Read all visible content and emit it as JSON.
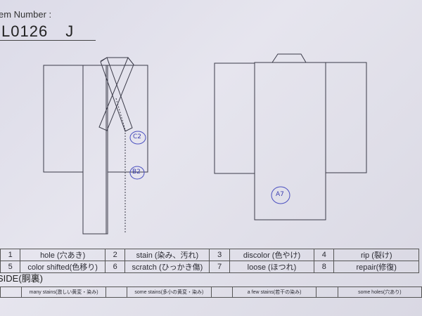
{
  "header": {
    "label": "em Number :",
    "item_number": "L0126 J"
  },
  "diagrams": {
    "front": {
      "marks": [
        {
          "text": "C2"
        },
        {
          "text": "B2"
        }
      ]
    },
    "back": {
      "marks": [
        {
          "text": "A7"
        }
      ]
    }
  },
  "legend": {
    "rows": [
      [
        {
          "num": "1",
          "label": "hole (穴あき)"
        },
        {
          "num": "2",
          "label": "stain (染み、汚れ)"
        },
        {
          "num": "3",
          "label": "discolor (色やけ)"
        },
        {
          "num": "4",
          "label": "rip (裂け)"
        }
      ],
      [
        {
          "num": "5",
          "label": "color shifted(色移り)"
        },
        {
          "num": "6",
          "label": "scratch (ひっかき傷)"
        },
        {
          "num": "7",
          "label": "loose (ほつれ)"
        },
        {
          "num": "8",
          "label": "repair(修復)"
        }
      ]
    ]
  },
  "inside": {
    "title": "SIDE(胴裏)",
    "cells": [
      {
        "label": "many stains(激しい黄変・染み)"
      },
      {
        "label": "some stains(多小の黄変・染み)"
      },
      {
        "label": "a few stains(若干の染み)"
      },
      {
        "label": "some holes(穴あり)"
      }
    ]
  }
}
